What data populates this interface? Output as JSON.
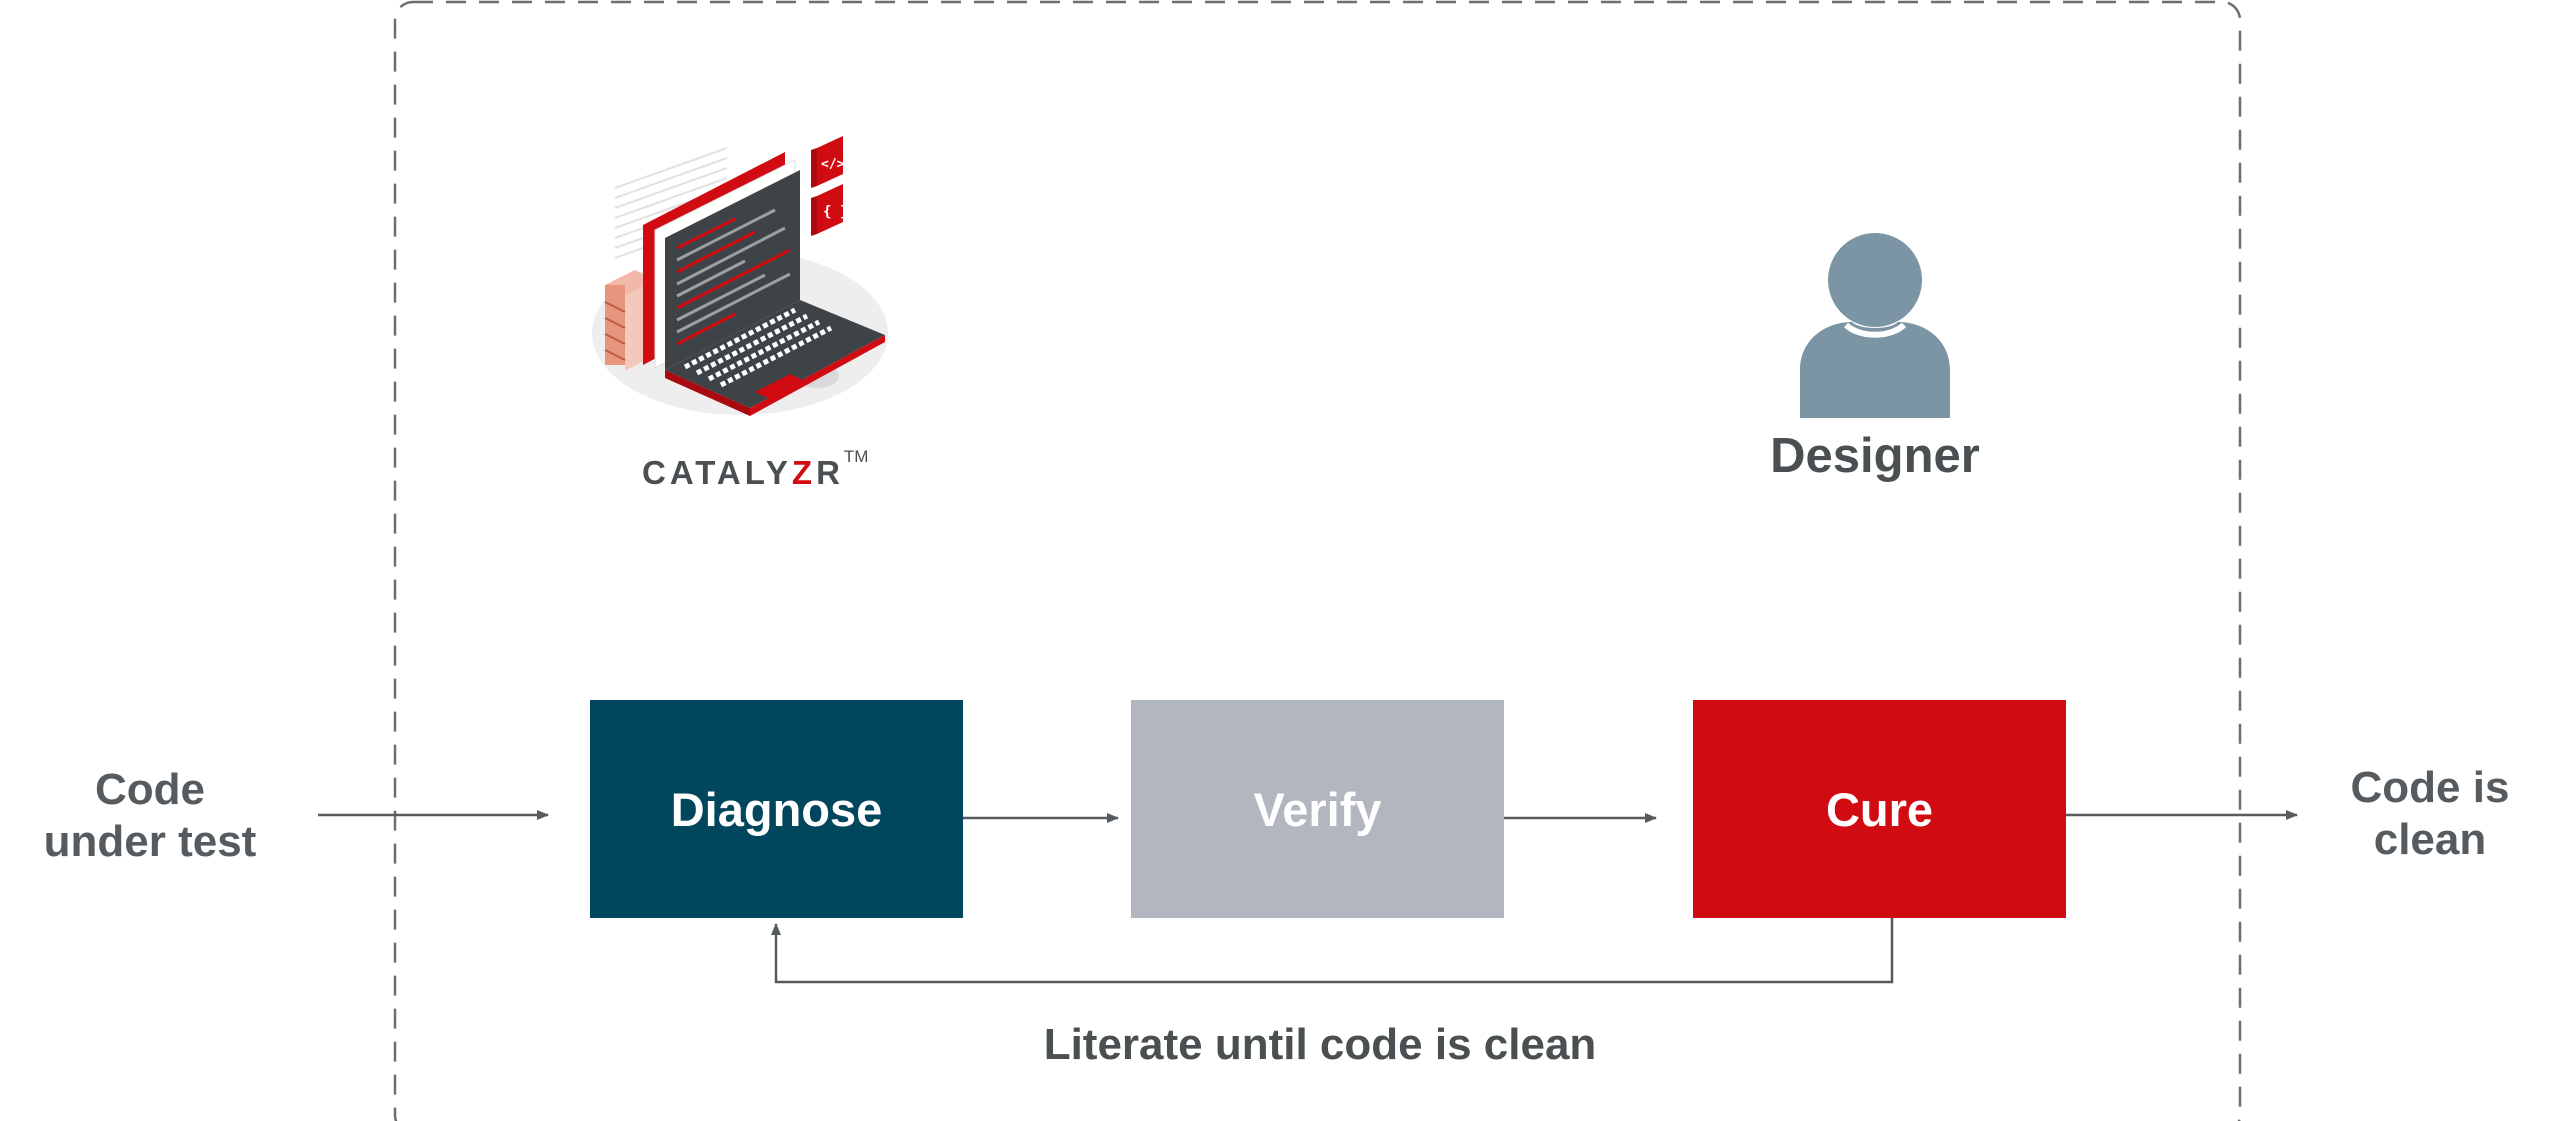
{
  "input_label": [
    "Code",
    "under test"
  ],
  "output_label": [
    "Code is",
    "clean"
  ],
  "steps": [
    {
      "label": "Diagnose",
      "color": "#00465c"
    },
    {
      "label": "Verify",
      "color": "#b2b7bf"
    },
    {
      "label": "Cure",
      "color": "#d00c12"
    }
  ],
  "brand": {
    "prefix": "CATALY",
    "highlight": "Z",
    "suffix": "R",
    "trademark": "TM"
  },
  "designer_label": "Designer",
  "loop_caption": "Literate until code is clean",
  "colors": {
    "accent_red": "#d00c12",
    "dark_teal": "#00465c",
    "grey": "#b2b7bf",
    "text": "#4a4f52",
    "person": "#7b95a4"
  },
  "icons": {
    "illustration": "laptop-code-illustration",
    "user": "designer-person-icon"
  }
}
